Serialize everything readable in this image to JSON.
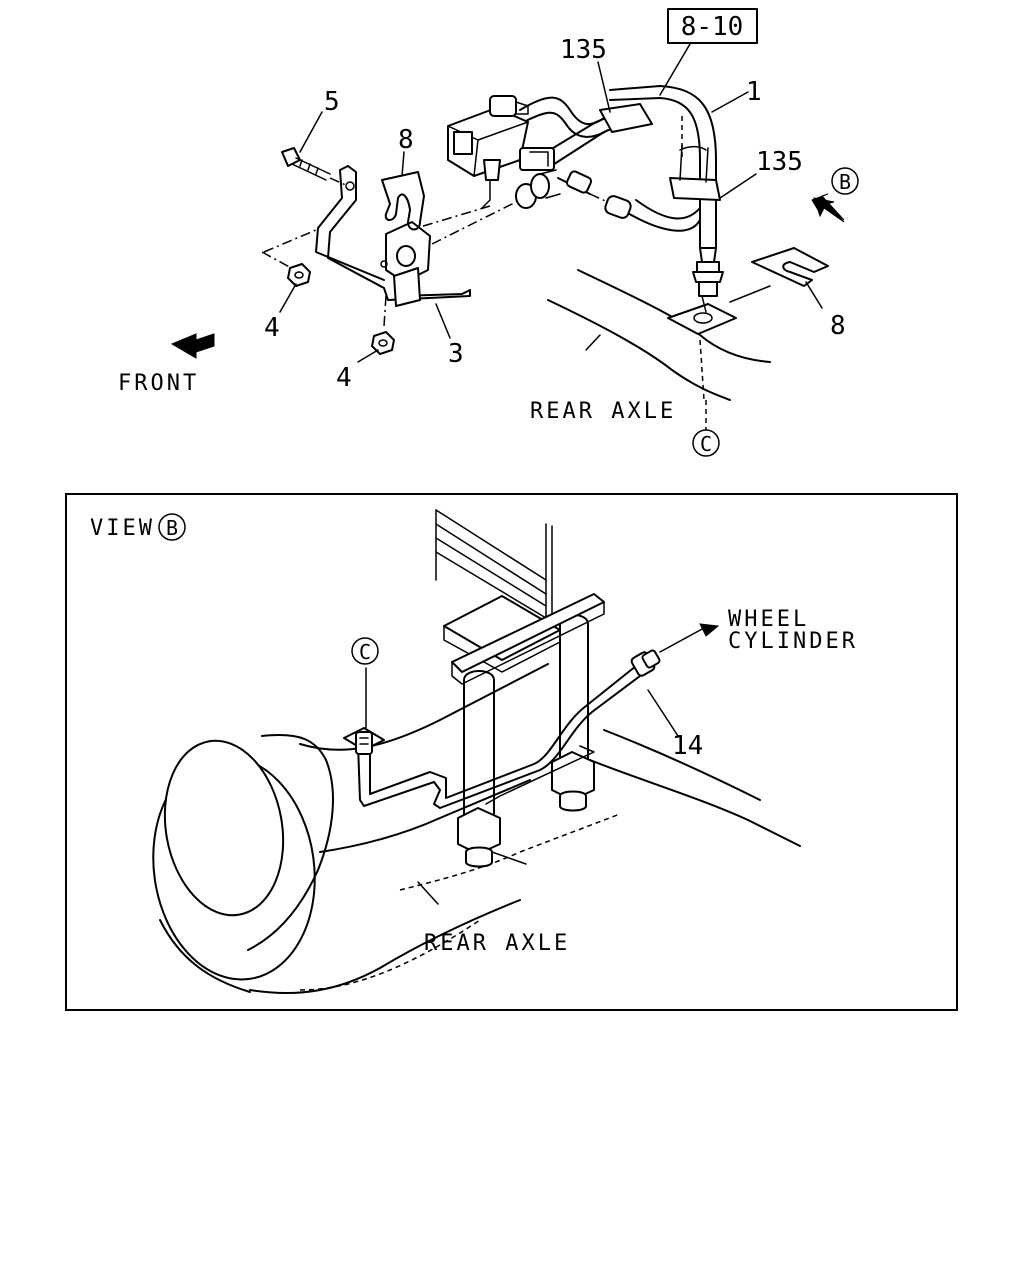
{
  "ref_box": "8-10",
  "callouts": {
    "c135_top": "135",
    "c1": "1",
    "c135_right": "135",
    "c5": "5",
    "c8_left": "8",
    "c8_right": "8",
    "c4_upper": "4",
    "c4_lower": "4",
    "c3": "3",
    "c14": "14"
  },
  "markers": {
    "b_top": "B",
    "c_top": "C",
    "b_view": "B",
    "c_view": "C"
  },
  "texts": {
    "front": "FRONT",
    "rear_axle_top": "REAR AXLE",
    "view": "VIEW",
    "wheel": "WHEEL",
    "cylinder": "CYLINDER",
    "rear_axle_view": "REAR AXLE"
  }
}
